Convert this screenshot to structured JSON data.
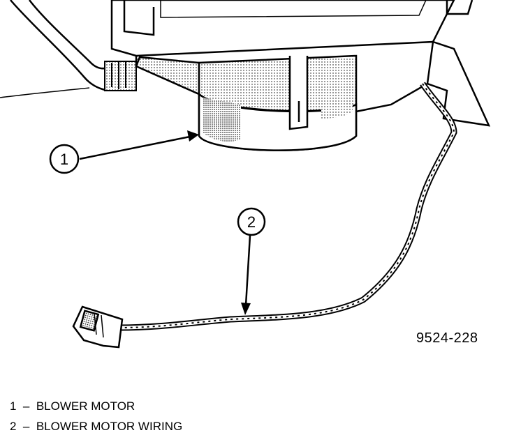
{
  "callouts": [
    {
      "number": "1"
    },
    {
      "number": "2"
    }
  ],
  "figure_id": "9524-228",
  "legend": [
    {
      "number": "1",
      "dash": "–",
      "label": "BLOWER MOTOR"
    },
    {
      "number": "2",
      "dash": "–",
      "label": "BLOWER MOTOR WIRING"
    }
  ]
}
